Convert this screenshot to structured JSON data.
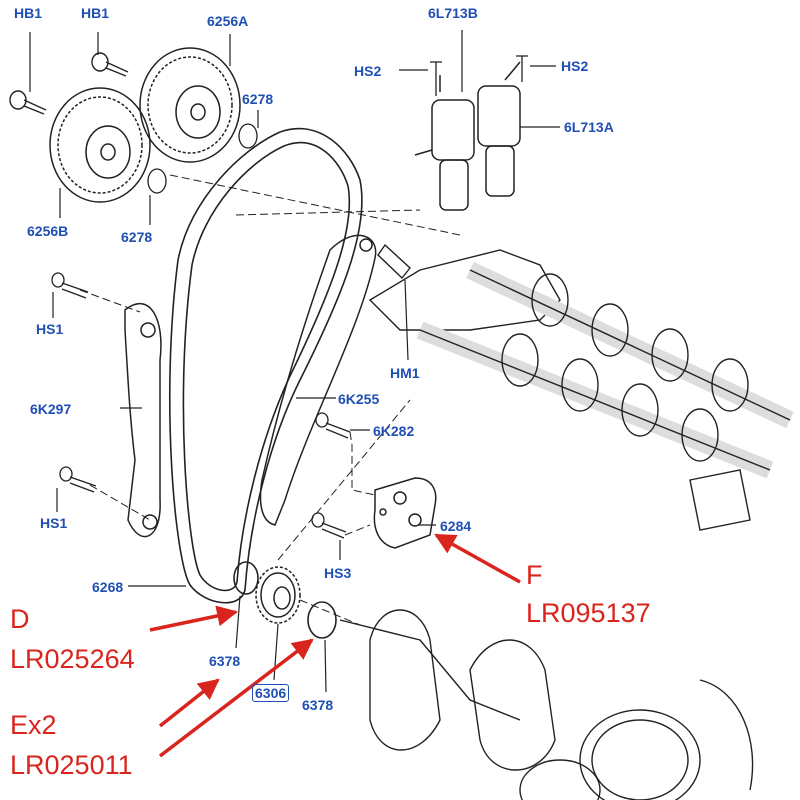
{
  "labels": {
    "hb1_left": "HB1",
    "hb1_right": "HB1",
    "p6256a": "6256A",
    "p6256b": "6256B",
    "p6278_top": "6278",
    "p6278_bottom": "6278",
    "p6l713b": "6L713B",
    "p6l713a": "6L713A",
    "hs2_left": "HS2",
    "hs2_right": "HS2",
    "hs1_top": "HS1",
    "hs1_bottom": "HS1",
    "hm1": "HM1",
    "p6k297": "6K297",
    "p6k255": "6K255",
    "p6k282": "6K282",
    "p6284": "6284",
    "hs3": "HS3",
    "p6268": "6268",
    "p6378_left": "6378",
    "p6306": "6306",
    "p6378_right": "6378"
  },
  "callouts": {
    "d_letter": "D",
    "d_part": "LR025264",
    "e_qty": "Ex2",
    "e_part": "LR025011",
    "f_letter": "F",
    "f_part": "LR095137"
  },
  "colors": {
    "label_blue": "#1f4fb3",
    "callout_red": "#d9251d",
    "line": "#222222"
  }
}
